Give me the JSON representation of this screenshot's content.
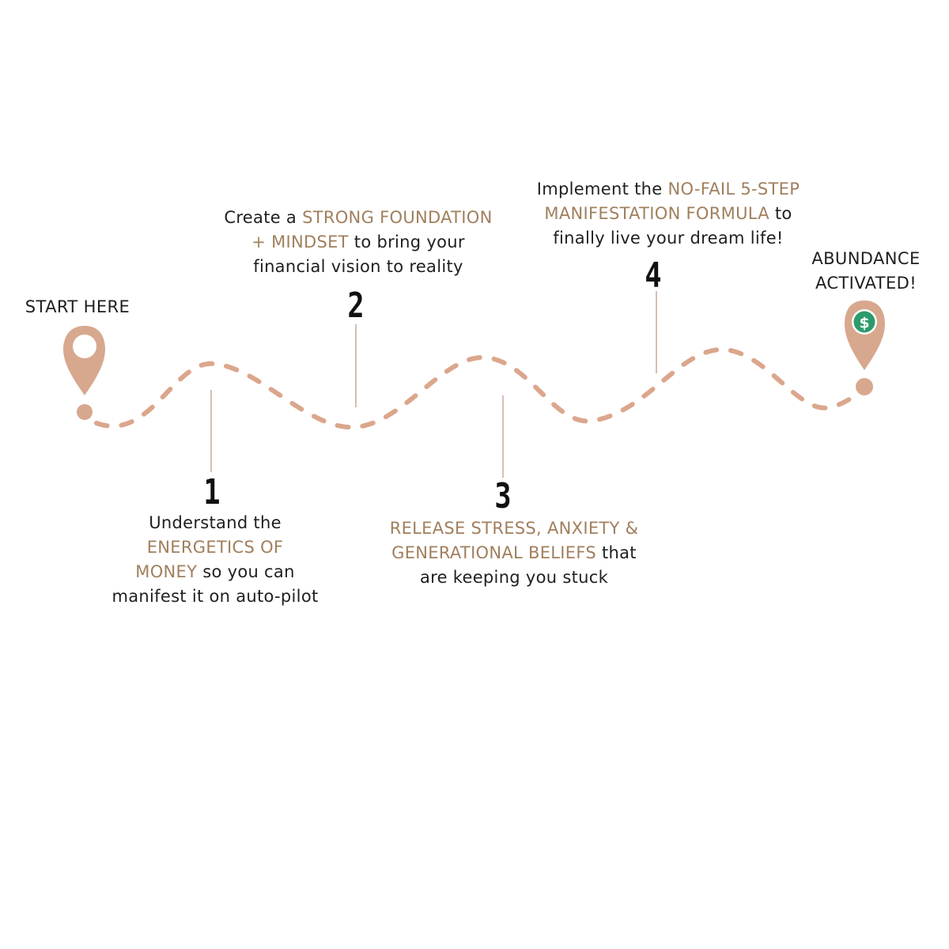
{
  "colors": {
    "path": "#dba68c",
    "pin": "#d7a88e",
    "highlight": "#a07f5d",
    "connector": "#c9a898",
    "dollar_fill": "#2c9a6c",
    "text": "#1f1f1f"
  },
  "start_label": "START HERE",
  "end_label": {
    "line1": "ABUNDANCE",
    "line2": "ACTIVATED!"
  },
  "dollar_symbol": "$",
  "steps": [
    {
      "number": "1",
      "lines": [
        [
          {
            "t": "Understand the",
            "hl": false
          }
        ],
        [
          {
            "t": "ENERGETICS OF",
            "hl": true
          }
        ],
        [
          {
            "t": "MONEY",
            "hl": true
          },
          {
            "t": " so you can",
            "hl": false
          }
        ],
        [
          {
            "t": "manifest it on auto-pilot",
            "hl": false
          }
        ]
      ]
    },
    {
      "number": "2",
      "lines": [
        [
          {
            "t": "Create a ",
            "hl": false
          },
          {
            "t": "STRONG FOUNDATION",
            "hl": true
          }
        ],
        [
          {
            "t": "+ MINDSET",
            "hl": true
          },
          {
            "t": " to bring your",
            "hl": false
          }
        ],
        [
          {
            "t": "financial vision to reality",
            "hl": false
          }
        ]
      ]
    },
    {
      "number": "3",
      "lines": [
        [
          {
            "t": "RELEASE STRESS, ANXIETY &",
            "hl": true
          }
        ],
        [
          {
            "t": "GENERATIONAL BELIEFS",
            "hl": true
          },
          {
            "t": " that",
            "hl": false
          }
        ],
        [
          {
            "t": "are keeping you stuck",
            "hl": false
          }
        ]
      ]
    },
    {
      "number": "4",
      "lines": [
        [
          {
            "t": "Implement the ",
            "hl": false
          },
          {
            "t": "NO-FAIL 5-STEP",
            "hl": true
          }
        ],
        [
          {
            "t": "MANIFESTATION FORMULA",
            "hl": true
          },
          {
            "t": " to",
            "hl": false
          }
        ],
        [
          {
            "t": "finally live your dream life!",
            "hl": false
          }
        ]
      ]
    }
  ]
}
